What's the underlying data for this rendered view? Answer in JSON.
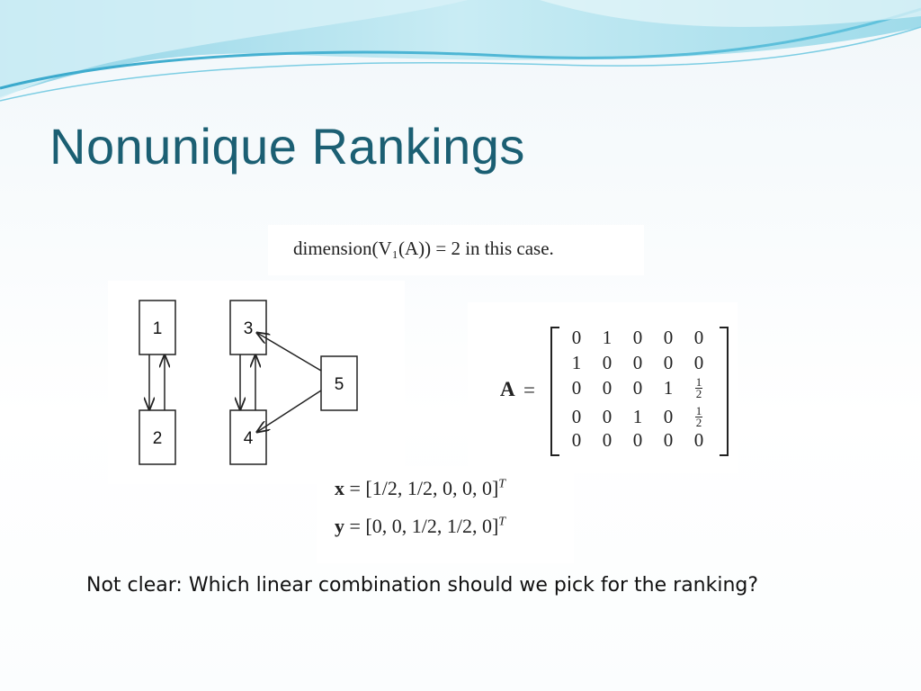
{
  "slide": {
    "title": "Nonunique Rankings",
    "dimension_text": "dimension(V₁(A)) = 2 in this case.",
    "question": "Not clear: Which linear combination should we pick for the ranking?"
  },
  "graph": {
    "nodes": [
      "1",
      "2",
      "3",
      "4",
      "5"
    ]
  },
  "matrix": {
    "label": "A",
    "equals": "=",
    "rows": [
      [
        "0",
        "1",
        "0",
        "0",
        "0"
      ],
      [
        "1",
        "0",
        "0",
        "0",
        "0"
      ],
      [
        "0",
        "0",
        "0",
        "1",
        "1/2"
      ],
      [
        "0",
        "0",
        "1",
        "0",
        "1/2"
      ],
      [
        "0",
        "0",
        "0",
        "0",
        "0"
      ]
    ]
  },
  "vectors": {
    "x_label": "x",
    "x_value": "= [1/2, 1/2, 0, 0, 0]",
    "y_label": "y",
    "y_value": "= [0, 0, 1/2, 1/2, 0]",
    "transpose": "T"
  },
  "colors": {
    "title": "#1b5f73",
    "wave_light": "#bfe6f0",
    "wave_dark": "#4fb8d6"
  }
}
